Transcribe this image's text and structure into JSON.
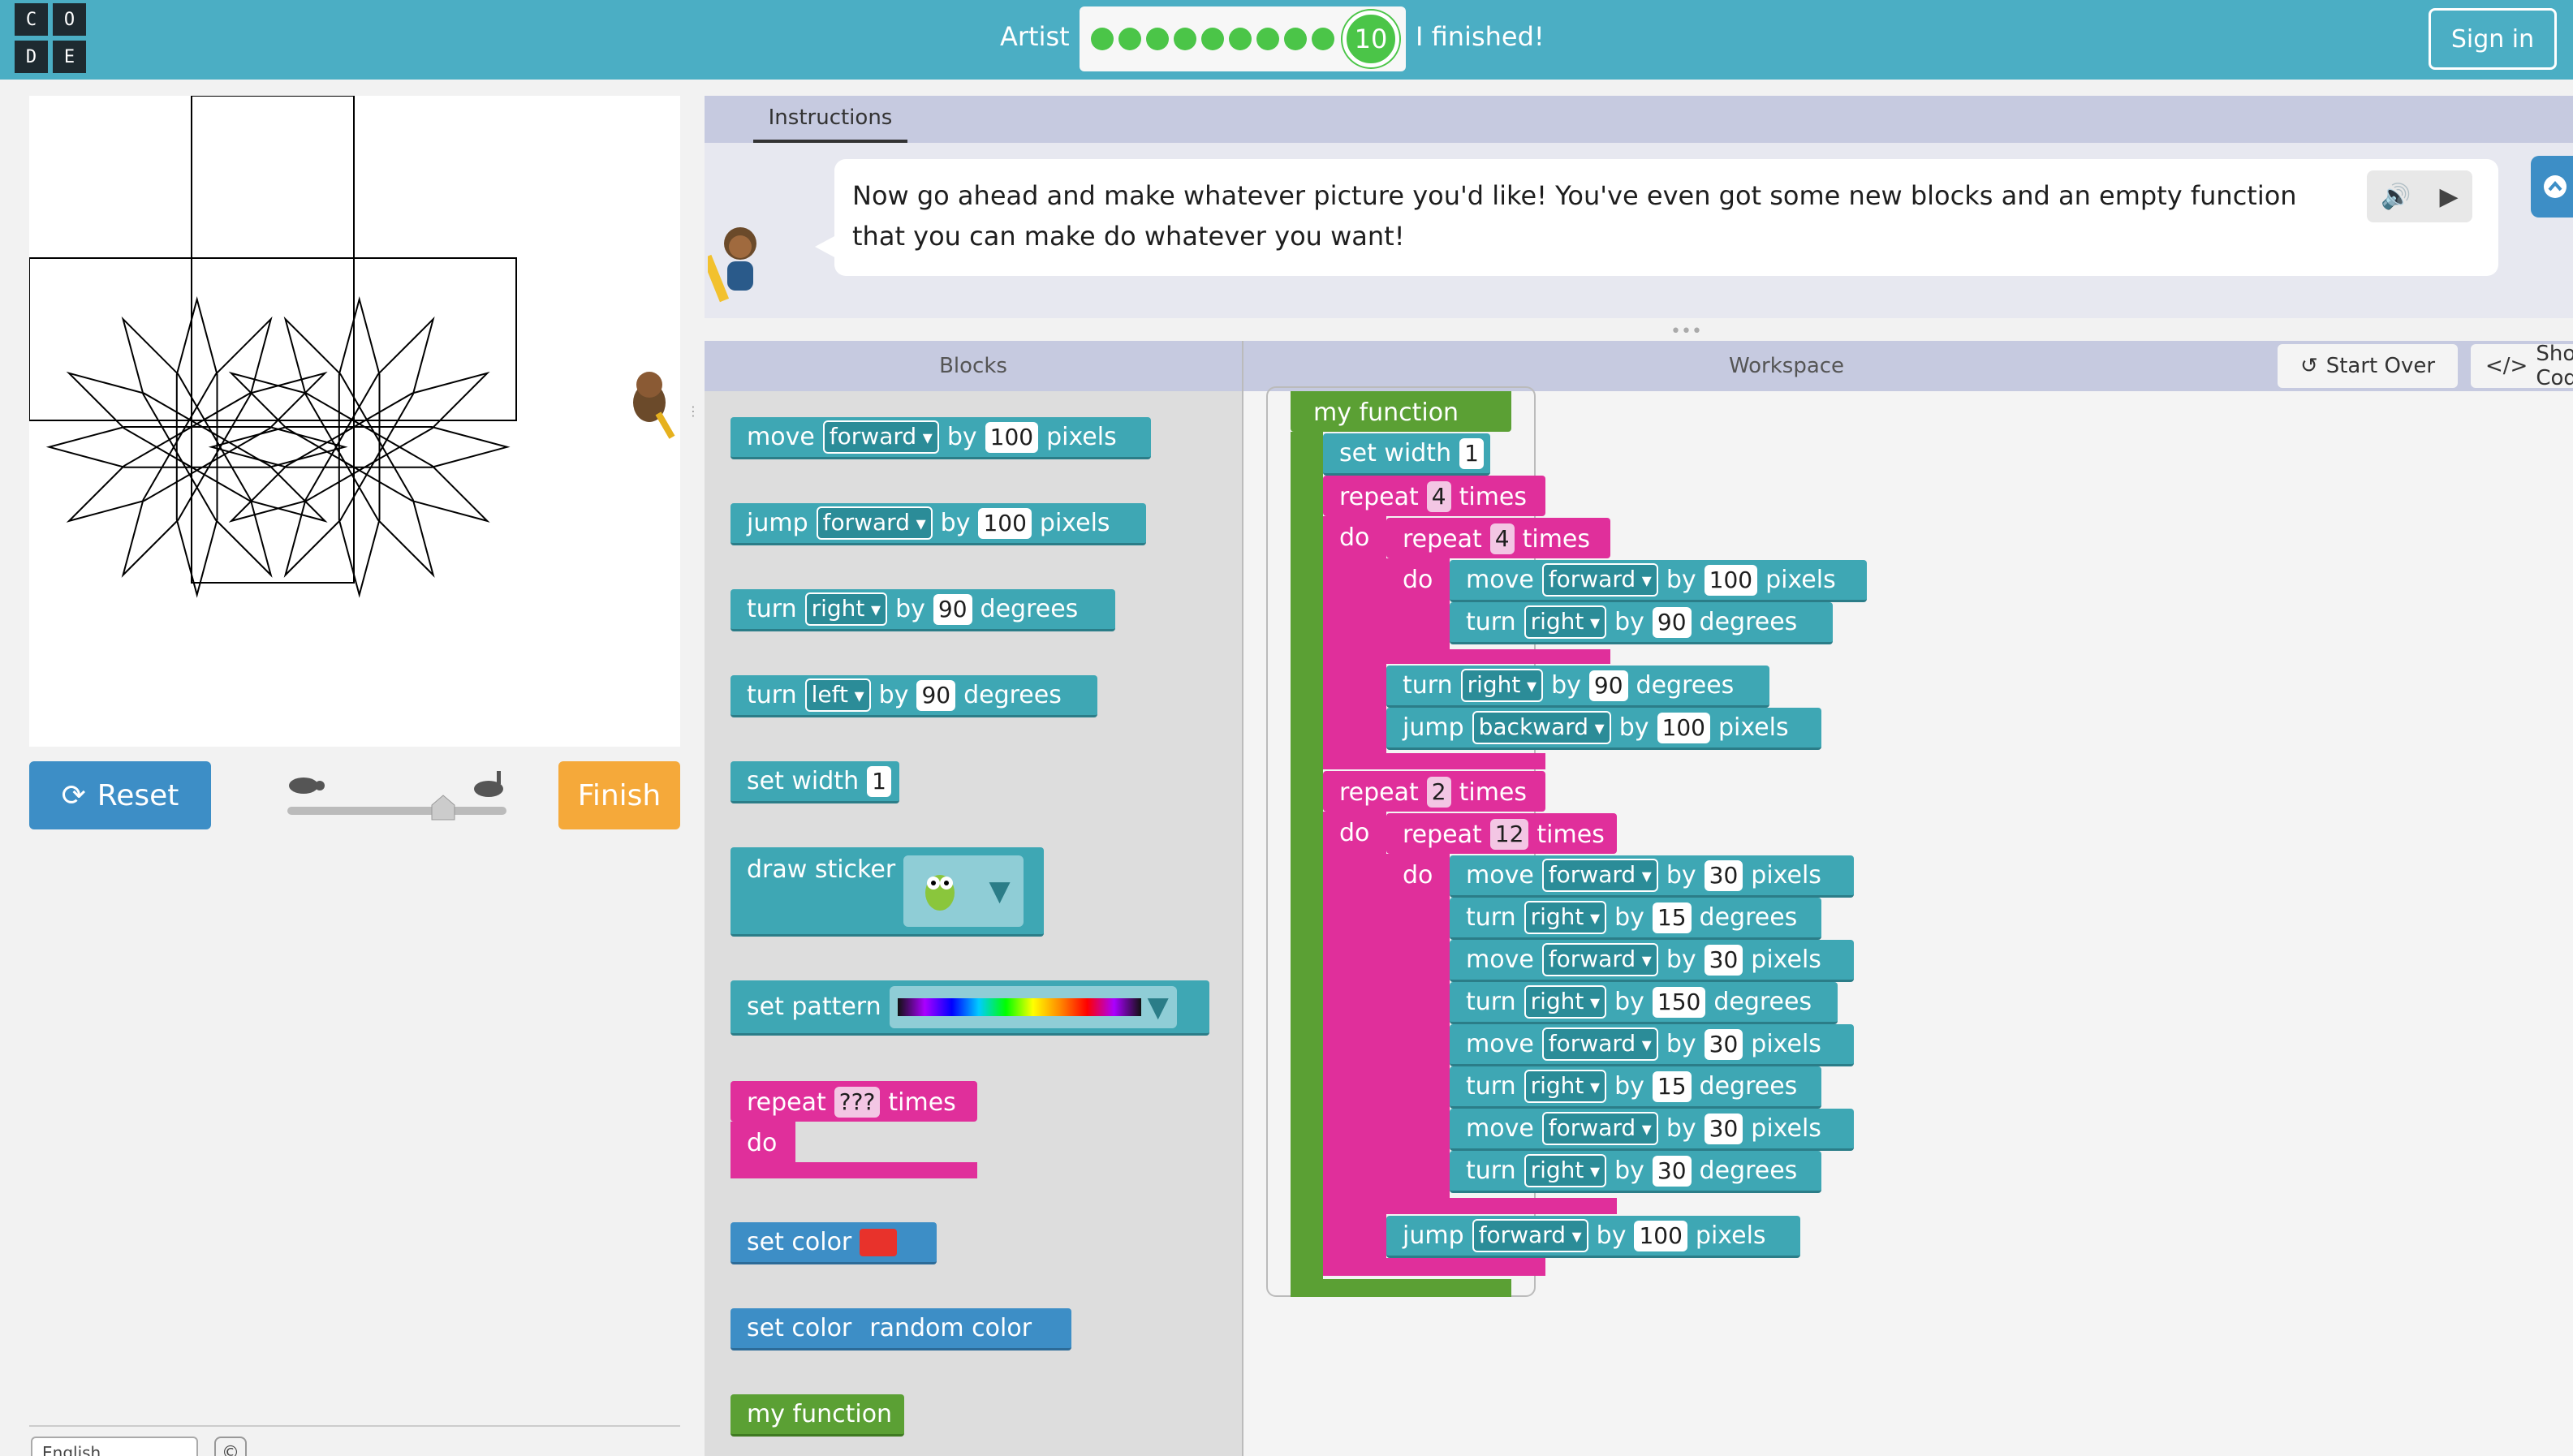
{
  "header": {
    "logo_letters": [
      "C",
      "O",
      "D",
      "E"
    ],
    "app_name": "Artist",
    "current_level": "10",
    "completed_dots": 9,
    "finished_label": "I finished!",
    "sign_in": "Sign in"
  },
  "controls": {
    "reset": "Reset",
    "finish": "Finish",
    "speed_level": 0.75
  },
  "footer": {
    "language": "English",
    "copyright": "©"
  },
  "instructions": {
    "tab": "Instructions",
    "text": "Now go ahead and make whatever picture you'd like! You've even got some new blocks and an empty function that you can make do whatever you want!"
  },
  "panels": {
    "blocks": "Blocks",
    "workspace": "Workspace",
    "start_over": "Start Over",
    "show_code": "Show Code"
  },
  "words": {
    "move": "move",
    "jump": "jump",
    "turn": "turn",
    "by": "by",
    "pixels": "pixels",
    "degrees": "degrees",
    "set_width": "set width",
    "draw_sticker": "draw sticker",
    "set_pattern": "set pattern",
    "repeat": "repeat",
    "times": "times",
    "do": "do",
    "set_color": "set color",
    "random_color": "random color",
    "my_function": "my function",
    "forward": "forward",
    "backward": "backward",
    "right": "right",
    "left": "left"
  },
  "toolbox": {
    "move_value": "100",
    "jump_value": "100",
    "turn_right_value": "90",
    "turn_left_value": "90",
    "width_value": "1",
    "repeat_value": "???",
    "color_swatch": "#e8322b"
  },
  "workspace": {
    "function_name": "my function",
    "set_width": "1",
    "outer_repeat_1": "4",
    "inner_repeat_1": "4",
    "inner1_move": "100",
    "inner1_turn": "90",
    "after1_turn": "90",
    "after1_jump": "100",
    "outer_repeat_2": "2",
    "inner_repeat_2": "12",
    "star_steps": [
      {
        "cmd": "move",
        "dir": "forward",
        "val": "30",
        "unit": "pixels"
      },
      {
        "cmd": "turn",
        "dir": "right",
        "val": "15",
        "unit": "degrees"
      },
      {
        "cmd": "move",
        "dir": "forward",
        "val": "30",
        "unit": "pixels"
      },
      {
        "cmd": "turn",
        "dir": "right",
        "val": "150",
        "unit": "degrees"
      },
      {
        "cmd": "move",
        "dir": "forward",
        "val": "30",
        "unit": "pixels"
      },
      {
        "cmd": "turn",
        "dir": "right",
        "val": "15",
        "unit": "degrees"
      },
      {
        "cmd": "move",
        "dir": "forward",
        "val": "30",
        "unit": "pixels"
      },
      {
        "cmd": "turn",
        "dir": "right",
        "val": "30",
        "unit": "degrees"
      }
    ],
    "after2_jump": "100"
  },
  "colors": {
    "header": "#4baec4",
    "teal": "#3ea7b4",
    "pink": "#e02f9b",
    "green": "#5ba034",
    "reset": "#3d8ec6",
    "finish": "#f5a93a"
  }
}
